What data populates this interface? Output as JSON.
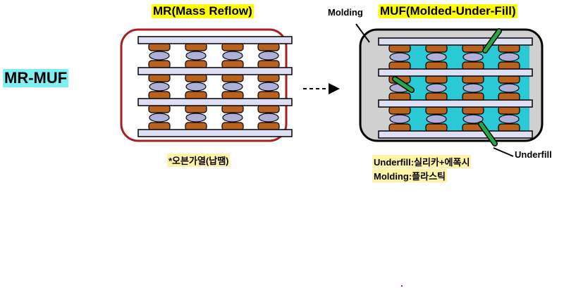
{
  "title": "MR-MUF",
  "mr": {
    "title": "MR(Mass Reflow)",
    "note": "*오븐가열(납땜)"
  },
  "muf": {
    "title": "MUF(Molded-Under-Fill)",
    "molding_callout": "Molding",
    "underfill_callout": "Underfill",
    "note_underfill": "Underfill:실리카+에폭시",
    "note_molding": "Molding:플라스틱"
  },
  "colors": {
    "layer_fill": "#dde0f4",
    "bump_fill": "#b9611f",
    "pad_fill": "#aeb0d8",
    "mr_frame": "#a52020",
    "mold_fill": "#d0d0d0",
    "underfill_fill": "#29c9d6",
    "dispenser_fill": "#22aa44"
  }
}
